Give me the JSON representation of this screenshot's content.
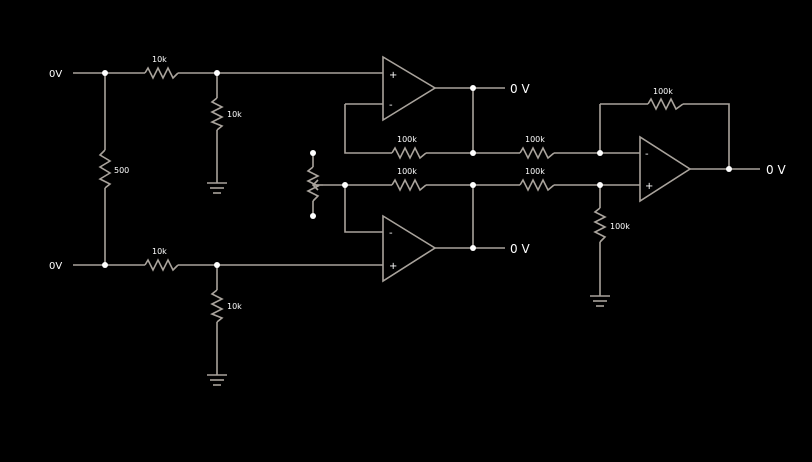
{
  "colors": {
    "background": "#000000",
    "wire": "#a9a39c",
    "text": "#ffffff"
  },
  "inputs": {
    "top": "0V",
    "bottom": "0V"
  },
  "resistors": {
    "r_in_top": "10k",
    "r_shunt_top": "10k",
    "r_gain": "500",
    "r_in_bot": "10k",
    "r_shunt_bot": "10k",
    "r_fb_a": "100k",
    "r_fb_b": "100k",
    "r_diff_top": "100k",
    "r_diff_bot": "100k",
    "r_feedback_out": "100k",
    "r_ground_out": "100k"
  },
  "opamps": {
    "top": {
      "plus": "+",
      "minus": "-"
    },
    "bottom": {
      "plus": "+",
      "minus": "-"
    },
    "output": {
      "plus": "+",
      "minus": "-"
    }
  },
  "outputs": {
    "opamp_top": "0 V",
    "opamp_bottom": "0 V",
    "final": "0 V"
  }
}
